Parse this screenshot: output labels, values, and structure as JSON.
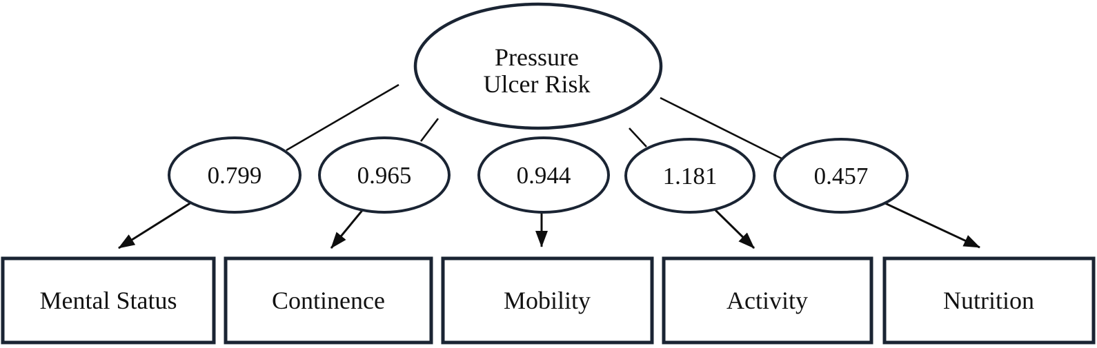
{
  "colors": {
    "shape_stroke": "#1a2433",
    "connector": "#0e0e0e",
    "text": "#111111",
    "background": "#ffffff"
  },
  "latent_node": {
    "label_line1": "Pressure",
    "label_line2": "Ulcer Risk"
  },
  "loadings": [
    "0.799",
    "0.965",
    "0.944",
    "1.181",
    "0.457"
  ],
  "indicators": [
    "Mental Status",
    "Continence",
    "Mobility",
    "Activity",
    "Nutrition"
  ]
}
